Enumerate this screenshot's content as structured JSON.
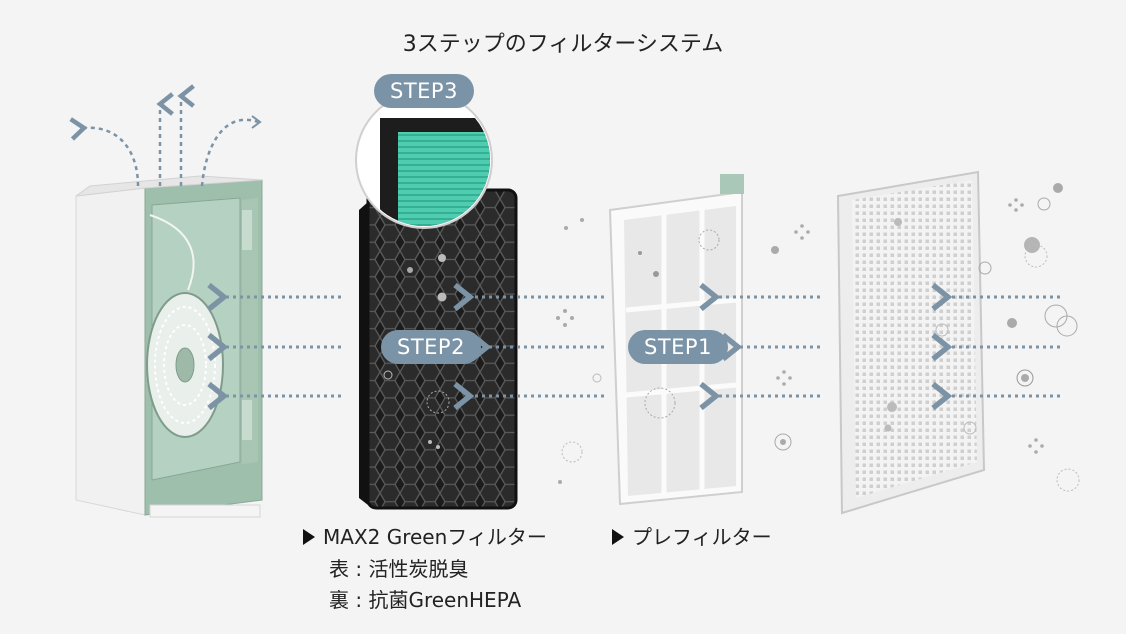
{
  "title": "3ステップのフィルターシステム",
  "steps": {
    "step1": "STEP1",
    "step2": "STEP2",
    "step3": "STEP3"
  },
  "captions": {
    "main_filter": "MAX2 Greenフィルター",
    "front": "表 : 活性炭脱臭",
    "back": "裏 : 抗菌GreenHEPA",
    "pre_filter": "プレフィルター"
  },
  "colors": {
    "background": "#f4f4f4",
    "badge": "#7b93a7",
    "arrow": "#7c93a6",
    "unit_frame": "#9fbfad",
    "carbon": "#1e1e1e",
    "hepa": "#3fc5a6"
  }
}
